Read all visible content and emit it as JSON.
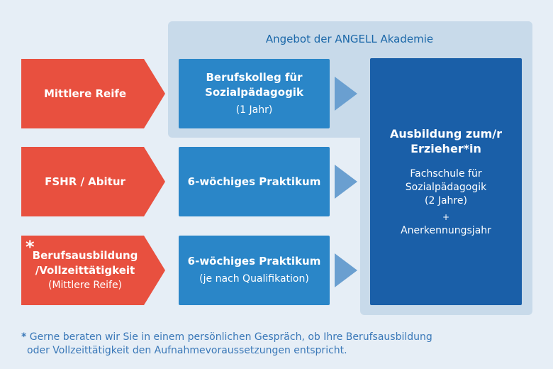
{
  "offer": {
    "title": "Angebot der ANGELL Akademie"
  },
  "rows": [
    {
      "entry": {
        "lines": [
          "Mittlere Reife"
        ],
        "sub": ""
      },
      "step": {
        "title_lines": [
          "Berufskolleg für",
          "Sozialpädagogik"
        ],
        "sub": "(1 Jahr)"
      }
    },
    {
      "entry": {
        "lines": [
          "FSHR / Abitur"
        ],
        "sub": ""
      },
      "step": {
        "title_lines": [
          "6-wöchiges Praktikum"
        ],
        "sub": ""
      }
    },
    {
      "entry": {
        "star": "*",
        "lines": [
          "Berufsausbildung",
          "/Vollzeittätigkeit"
        ],
        "sub": "(Mittlere Reife)"
      },
      "step": {
        "title_lines": [
          "6-wöchiges Praktikum"
        ],
        "sub": "(je nach Qualifikation)"
      }
    }
  ],
  "target": {
    "title_lines": [
      "Ausbildung zum/r",
      "Erzieher*in"
    ],
    "detail_lines": [
      "Fachschule für",
      "Sozialpädagogik",
      "(2 Jahre)"
    ],
    "plus": "+",
    "extra": "Anerkennungsjahr"
  },
  "footnote": {
    "star": "*",
    "line1": "Gerne beraten wir Sie in einem persönlichen Gespräch, ob Ihre Berufsausbildung",
    "line2": "oder Vollzeittätigkeit den Aufnahmevoraussetzungen entspricht."
  },
  "colors": {
    "background": "#e6eef6",
    "offer_panel": "#c8daea",
    "entry_red": "#e8503f",
    "step_blue": "#2a86c8",
    "target_blue": "#1a5fa8",
    "arrow_blue": "#6a9fd0"
  }
}
